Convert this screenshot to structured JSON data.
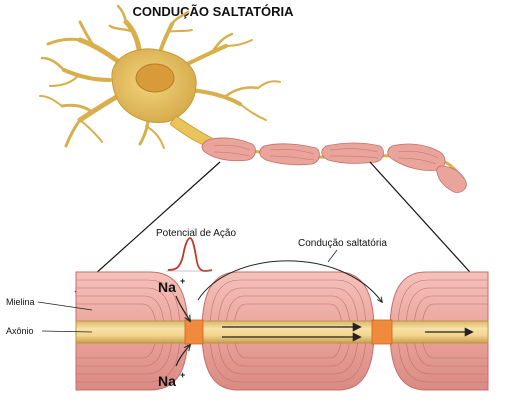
{
  "title": "CONDUÇÃO SALTATÓRIA",
  "labels": {
    "action_potential": "Potencial de Ação",
    "saltatory": "Condução saltatória",
    "myelin": "Mielina",
    "axon": "Axônio",
    "ion_top": "Na",
    "ion_top_charge": "+",
    "ion_bottom": "Na",
    "ion_bottom_charge": "+"
  },
  "colors": {
    "soma": "#e8c45a",
    "soma_dark": "#c79a2e",
    "nucleus": "#d9a03f",
    "myelin": "#e9a49c",
    "myelin_line": "#c46e66",
    "axon": "#f3d58f",
    "axon_edge": "#c9a04e",
    "node": "#f08a3c",
    "ap_curve": "#c0392b"
  }
}
